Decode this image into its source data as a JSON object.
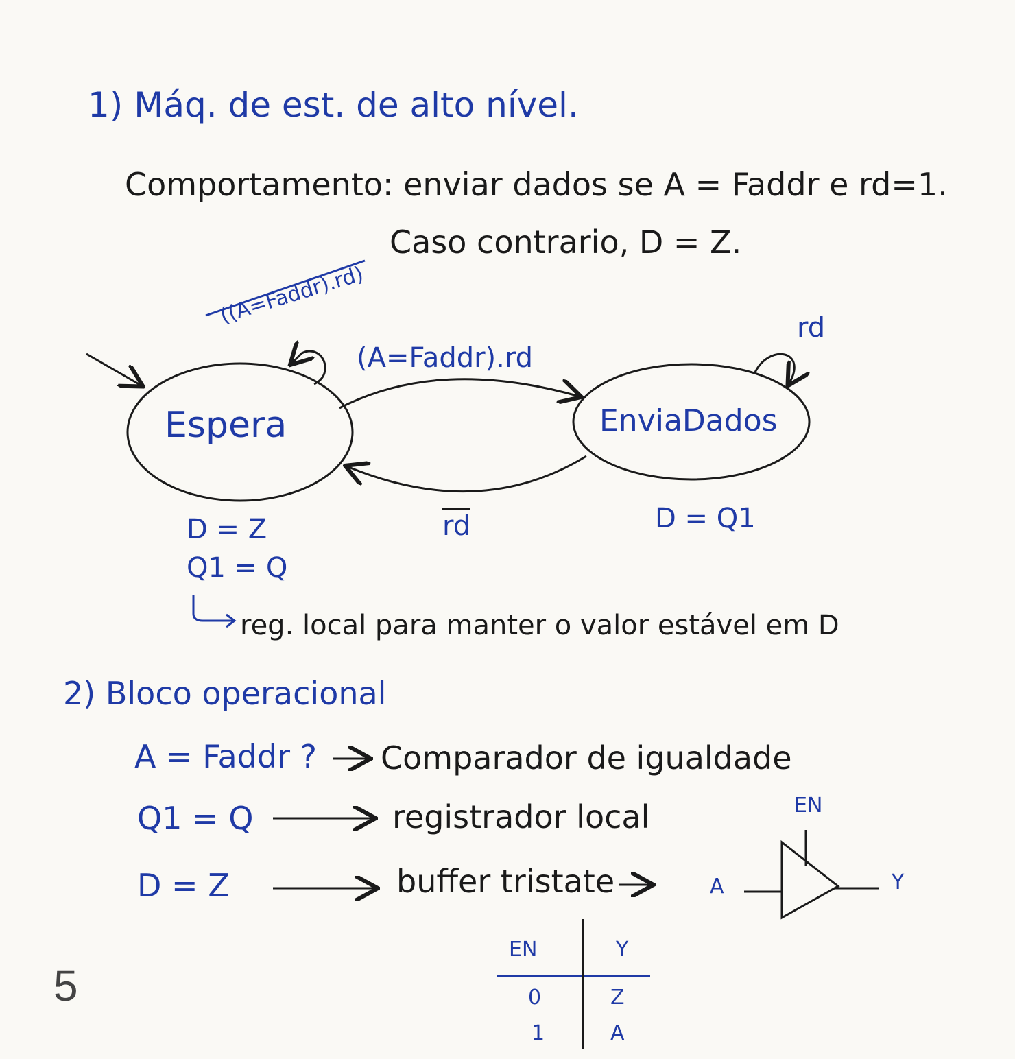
{
  "section1": {
    "heading": "1) Máq. de est. de alto nível.",
    "behavior_line1": "Comportamento: enviar dados se A = Faddr e rd=1.",
    "behavior_line2": "Caso contrario, D = Z."
  },
  "fsm": {
    "state_wait": "Espera",
    "state_send": "EnviaDados",
    "self_loop_wait_label": "((A=Faddr).rd)",
    "transition_to_send_label": "(A=Faddr).rd",
    "self_loop_send_label": "rd",
    "transition_back_label": "rd",
    "wait_actions": [
      "D = Z",
      "Q1 = Q"
    ],
    "send_action": "D = Q1",
    "note": "reg. local para manter o valor estável em D"
  },
  "section2": {
    "heading": "2) Bloco operacional",
    "rows": [
      {
        "left": "A = Faddr ?",
        "right": "Comparador de igualdade"
      },
      {
        "left": "Q1 = Q",
        "right": "registrador local"
      },
      {
        "left": "D = Z",
        "right": "buffer tristate"
      }
    ],
    "buffer_labels": {
      "enable": "EN",
      "input": "A",
      "output": "Y"
    }
  },
  "truth_table": {
    "headers": [
      "EN",
      "Y"
    ],
    "rows": [
      [
        "0",
        "Z"
      ],
      [
        "1",
        "A"
      ]
    ]
  },
  "page_number": "5",
  "colors": {
    "ink_blue": "#1f3aa6",
    "ink_black": "#1a1a1a",
    "paper": "#faf9f5"
  }
}
